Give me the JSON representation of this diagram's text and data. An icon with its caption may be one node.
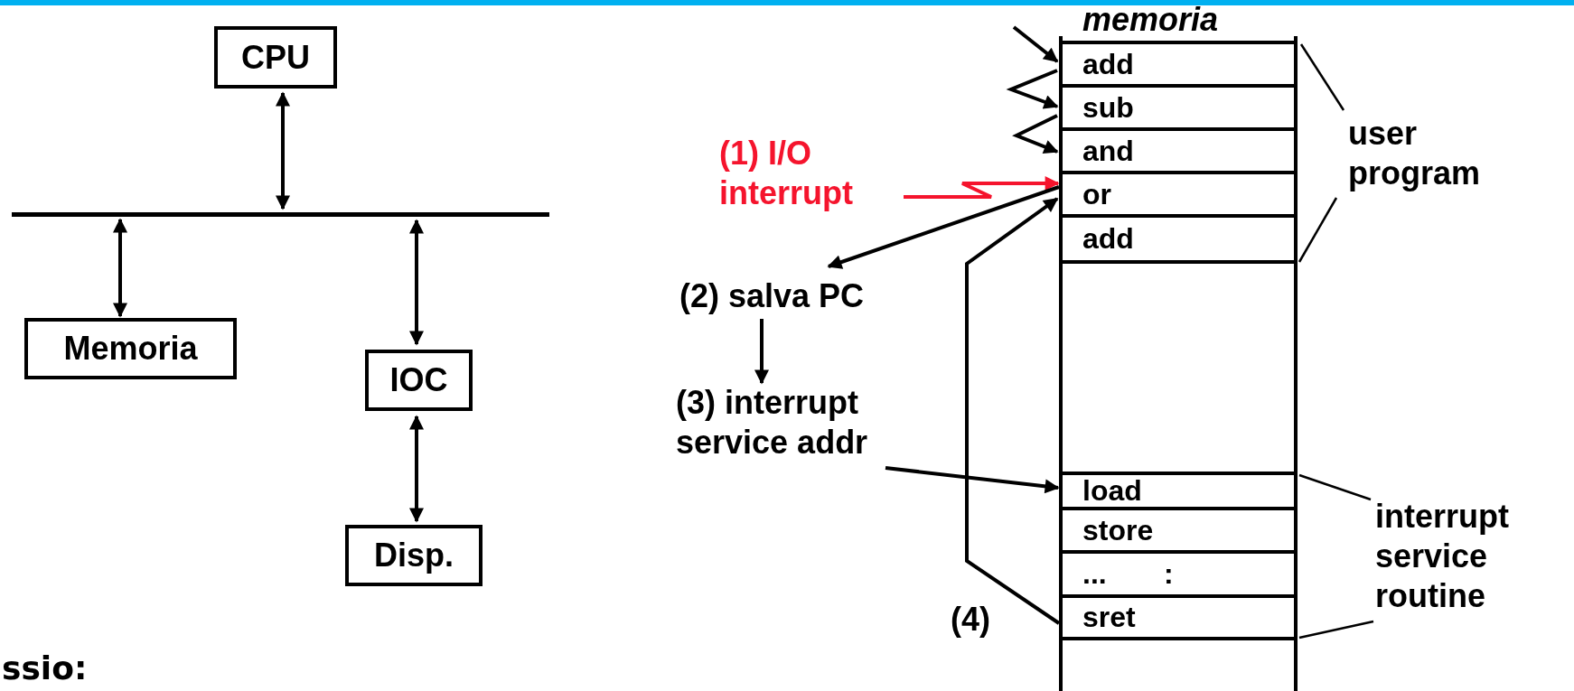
{
  "diagram": {
    "nodes": [
      {
        "text": [
          "CPU"
        ]
      },
      {
        "text": [],
        "shape": "bar"
      },
      {
        "text": [
          "Memoria"
        ]
      },
      {
        "text": [
          "IOC"
        ]
      },
      {
        "text": [
          "Disp."
        ]
      },
      {
        "text": [
          "memoria"
        ]
      },
      {
        "text": [
          "add"
        ],
        "in": 5
      },
      {
        "text": [
          "sub"
        ],
        "in": 5
      },
      {
        "text": [
          "and"
        ],
        "in": 5
      },
      {
        "text": [
          "or"
        ],
        "in": 5
      },
      {
        "text": [
          "add"
        ],
        "in": 5
      },
      {
        "text": [
          "load"
        ],
        "in": 5
      },
      {
        "text": [
          "store"
        ],
        "in": 5
      },
      {
        "text": [
          "...",
          ":"
        ],
        "in": 5
      },
      {
        "text": [
          "sret"
        ],
        "in": 5
      },
      {
        "text": [
          "(1) I/O interrupt"
        ]
      },
      {
        "text": [
          "(2) salva PC"
        ]
      },
      {
        "text": [
          "(3) interrupt service addr"
        ]
      },
      {
        "text": [
          "user program"
        ]
      },
      {
        "text": [
          "interrupt service routine"
        ]
      }
    ],
    "edges": [
      {
        "from": 0,
        "to": 1,
        "arrow": "both"
      },
      {
        "from": 2,
        "to": 1,
        "arrow": "both"
      },
      {
        "from": 3,
        "to": 1,
        "arrow": "both"
      },
      {
        "from": 3,
        "to": 4,
        "arrow": "both"
      },
      {
        "from": null,
        "to": 6,
        "arrow": "to"
      },
      {
        "from": 6,
        "to": 7,
        "arrow": "to"
      },
      {
        "from": 7,
        "to": 8,
        "arrow": "to"
      },
      {
        "from": 15,
        "to": 9,
        "arrow": "to",
        "color": "#f5142d"
      },
      {
        "from": 9,
        "to": 16,
        "arrow": "to"
      },
      {
        "from": 16,
        "to": 17,
        "arrow": "to"
      },
      {
        "from": 17,
        "to": 11,
        "arrow": "to"
      },
      {
        "from": 14,
        "to": 9,
        "arrow": "to",
        "label": "(4)"
      },
      {
        "from": 18,
        "to": 6,
        "arrow": "none"
      },
      {
        "from": 18,
        "to": 10,
        "arrow": "none"
      },
      {
        "from": 19,
        "to": 11,
        "arrow": "none"
      },
      {
        "from": 19,
        "to": 14,
        "arrow": "none"
      }
    ],
    "labels": [
      "ssio:"
    ]
  }
}
